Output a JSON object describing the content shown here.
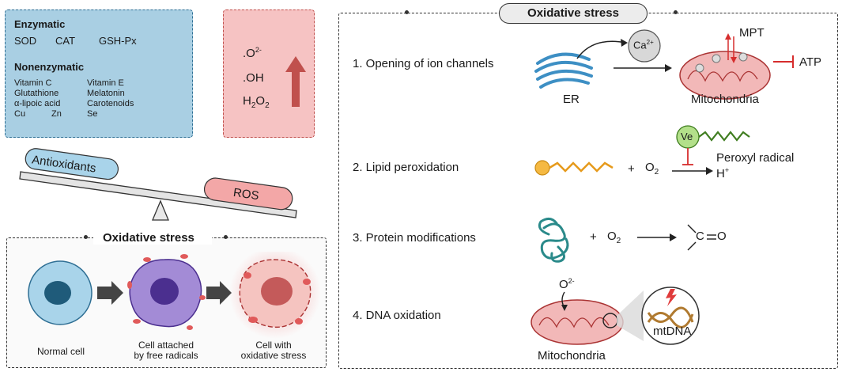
{
  "antioxidant_box": {
    "enzymatic_title": "Enzymatic",
    "enzymatic_items": [
      "SOD",
      "CAT",
      "GSH-Px"
    ],
    "nonenzymatic_title": "Nonenzymatic",
    "nonenzymatic_col1": [
      "Vitamin C",
      "Glutathione",
      "α-lipoic acid",
      "Cu"
    ],
    "nonenzymatic_col2": [
      "Vitamin E",
      "Melatonin",
      "Carotenoids",
      "Se"
    ],
    "nonenzymatic_mid": "Zn"
  },
  "ros_box": {
    "species": [
      ".O",
      ".OH",
      "H"
    ],
    "o2_superscript": "2-",
    "h2o2_sub1": "2",
    "h2o2_mid": "O",
    "h2o2_sub2": "2"
  },
  "balance": {
    "left_label": "Antioxidants",
    "right_label": "ROS"
  },
  "cells_panel": {
    "title": "Oxidative stress",
    "cells": [
      {
        "line1": "Normal cell",
        "line2": ""
      },
      {
        "line1": "Cell attached",
        "line2": "by free radicals"
      },
      {
        "line1": "Cell with",
        "line2": "oxidative stress"
      }
    ]
  },
  "mechanisms": {
    "title": "Oxidative stress",
    "items": [
      {
        "label": "1. Opening of ion channels"
      },
      {
        "label": "2. Lipid peroxidation"
      },
      {
        "label": "3. Protein modifications"
      },
      {
        "label": "4. DNA oxidation"
      }
    ],
    "ion": {
      "er_label": "ER",
      "ca_label": "Ca",
      "ca_sup": "2+",
      "mito_label": "Mitochondria",
      "mpt_label": "MPT",
      "atp_label": "ATP"
    },
    "lipid": {
      "plus": "+",
      "o2": "O",
      "o2_sub": "2",
      "ve_label": "Ve",
      "product1": "Peroxyl radical",
      "product2": "H",
      "product2_sup": "+"
    },
    "protein": {
      "plus": "+",
      "o2": "O",
      "o2_sub": "2",
      "carbonyl_c": "C",
      "carbonyl_o": "O"
    },
    "dna": {
      "o2": "O",
      "o2_sup": "2-",
      "mito_label": "Mitochondria",
      "mtdna_label": "mtDNA"
    }
  },
  "colors": {
    "antioxidant_fill": "#a9cfe3",
    "ros_fill": "#f6c3c3",
    "arrow_red": "#c0504d",
    "ros_pill": "#f3a7a7",
    "antiox_pill": "#a9d4ea"
  }
}
